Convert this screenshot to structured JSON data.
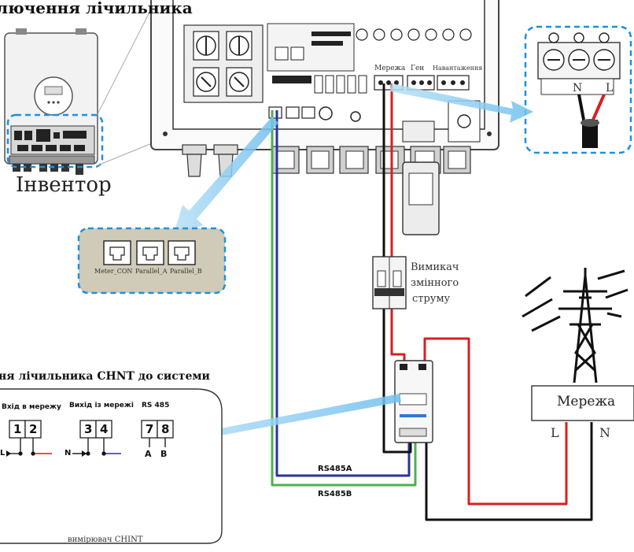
{
  "title": "лючення лічильника",
  "inverter_label": "Інвентор",
  "ports": {
    "meter": "Meter_CON",
    "parallel_a": "Parallel_A",
    "parallel_b": "Parallel_B"
  },
  "terminal_labels": {
    "grid": "Мережа",
    "gen": "Ген",
    "load": "Навантаження"
  },
  "zoom_terminal": {
    "n": "N",
    "l": "L"
  },
  "breaker_label": [
    "Вимикач",
    "змінного",
    "струму"
  ],
  "grid_box": {
    "label": "Мережа",
    "l": "L",
    "n": "N"
  },
  "rs485": {
    "a": "RS485A",
    "b": "RS485B"
  },
  "meter_panel": {
    "heading": "ня лічильника CHNT до системи",
    "col_in": "Вхід в мережу",
    "col_out": "Вихід із мережі",
    "col_rs": "RS 485",
    "terminals_in": [
      "1",
      "2"
    ],
    "terminals_out": [
      "3",
      "4"
    ],
    "terminals_rs": [
      "7",
      "8"
    ],
    "l": "L",
    "n": "N",
    "a": "A",
    "b": "B",
    "caption": "вимірювач CHINT"
  },
  "colors": {
    "accent_blue": "#1e90e0",
    "arrow_blue": "#7cc4ee",
    "wire_red": "#d81f1f",
    "wire_black": "#111111",
    "wire_green": "#4caf50",
    "wire_navy": "#283593",
    "port_panel_bg": "#cfcbb8"
  }
}
